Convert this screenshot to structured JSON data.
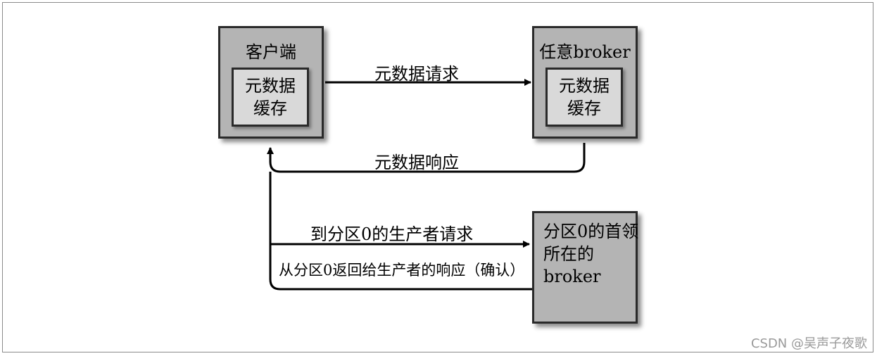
{
  "client": {
    "title": "客户端",
    "cache": "元数据缓存"
  },
  "any_broker": {
    "title": "任意broker",
    "cache": "元数据缓存"
  },
  "leader_broker": {
    "text": "分区0的首领所在的broker"
  },
  "arrows": {
    "metadata_request": "元数据请求",
    "metadata_response": "元数据响应",
    "produce_request": "到分区0的生产者请求",
    "produce_response": "从分区0返回给生产者的响应（确认）"
  },
  "watermark": "CSDN @吴声子夜歌"
}
